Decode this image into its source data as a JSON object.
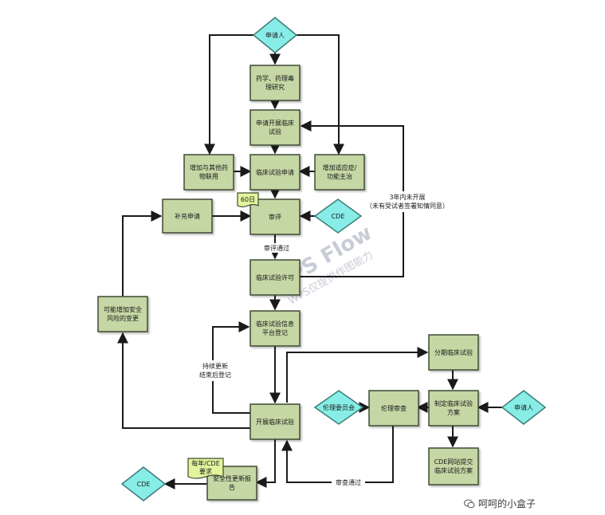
{
  "nodes": {
    "applicant_top": "申请人",
    "pharm_research": [
      "药学、药理毒",
      "理研究"
    ],
    "apply_trial": [
      "申请开展临床",
      "试验"
    ],
    "combo_drug": [
      "增加与其他药",
      "物联用"
    ],
    "trial_application": "临床试验申请",
    "new_indication": [
      "增加适应症/",
      "功能主治"
    ],
    "review": "审评",
    "supplement": "补充申请",
    "cde_review": "CDE",
    "trial_permit": "临床试验许可",
    "safety_risk": [
      "可能增加安全",
      "风险的变更"
    ],
    "registry": [
      "临床试验信息",
      "平台登记"
    ],
    "conduct_trial": "开展临床试验",
    "phased_trial": "分期临床试验",
    "ethics_committee": "伦理委员会",
    "ethics_review": "伦理审查",
    "trial_plan": [
      "制定临床试验",
      "方案"
    ],
    "applicant_right": "申请人",
    "cde_submit_plan": [
      "CDE网站提交",
      "临床试验方案"
    ],
    "safety_report": [
      "安全性更新报",
      "告"
    ],
    "cde_bottom": "CDE"
  },
  "notes": {
    "days60": "60日",
    "annual": [
      "每年/CDE",
      "要求"
    ]
  },
  "edge_labels": {
    "passed_review": "审评通过",
    "three_years": [
      "3年内未开展",
      "（未有受试者签署知情同意）"
    ],
    "continuous_update": [
      "持续更新",
      "结束后登记"
    ],
    "ethics_passed": "审查通过"
  },
  "watermark": {
    "line1": "WPS Flow",
    "line2": "WPS仅提供作图能力"
  },
  "footer": {
    "text": "呵呵的小盒子",
    "icon": "wechat-icon"
  },
  "colors": {
    "box_fill": "#c4d7a4",
    "box_stroke": "#3f4a35",
    "diamond_fill": "#87ede6",
    "diamond_stroke": "#3c7c78",
    "note_fill": "#e3f49c",
    "line": "#1a1a1a"
  }
}
